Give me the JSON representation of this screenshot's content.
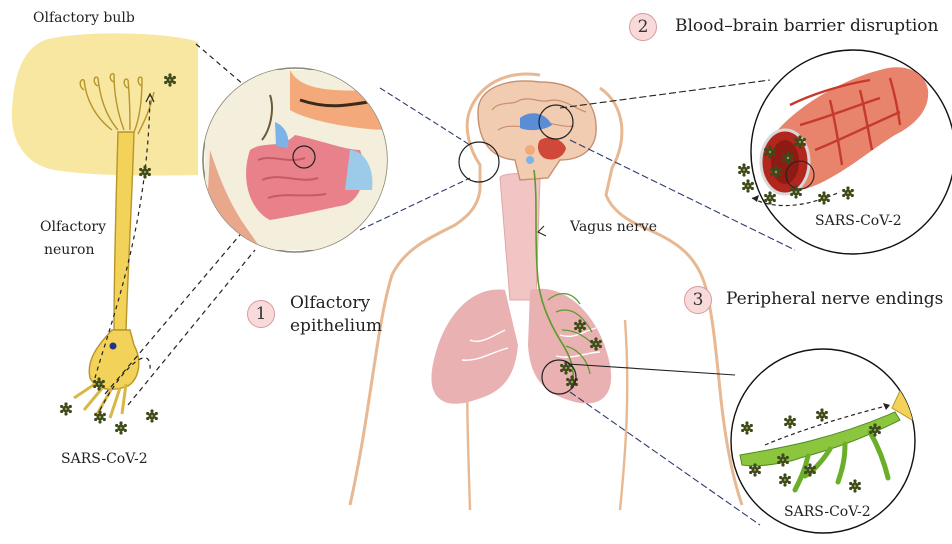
{
  "labels": {
    "olfactory_bulb": "Olfactory bulb",
    "olfactory_neuron_line1": "Olfactory",
    "olfactory_neuron_line2": "neuron",
    "virus_left": "SARS-CoV-2",
    "step1_number": "1",
    "step1_line1": "Olfactory",
    "step1_line2": "epithelium",
    "vagus_nerve": "Vagus nerve",
    "step2_number": "2",
    "step2_title": "Blood–brain barrier disruption",
    "virus_vessel": "SARS-CoV-2",
    "step3_number": "3",
    "step3_title": "Peripheral nerve endings",
    "virus_nerve": "SARS-CoV-2"
  },
  "colors": {
    "bulb_fill": "#f7e7a0",
    "neuron_fill": "#f3d25a",
    "neuron_stroke": "#b8942a",
    "body_outline": "#e7b892",
    "lung_fill": "#e9b1b1",
    "brain_fill": "#f2ccb0",
    "vessel_fill": "#e8836c",
    "vessel_line": "#c53a2a",
    "nerve_green": "#5f9a2f",
    "virus_color": "#3e4a1c",
    "badge_fill": "#f9dada"
  }
}
